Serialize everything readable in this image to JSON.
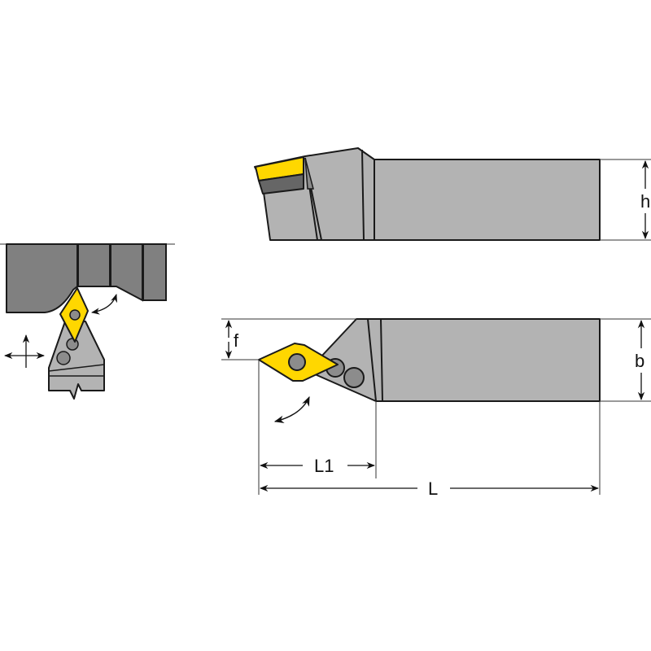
{
  "diagram": {
    "type": "technical drawing",
    "subject": "Turning tool holder with rhombic insert (top view, side view, and detail view)",
    "colors": {
      "holder_body": "#b3b3b3",
      "workpiece": "#808080",
      "insert": "#ffd700",
      "screw": "#8c8c8c",
      "shim": "#666666",
      "outline": "#1a1a1a"
    },
    "dimensions": {
      "height": "h",
      "width": "b",
      "offset": "f",
      "head_length": "L1",
      "total_length": "L"
    },
    "views": [
      "side-view",
      "top-view",
      "detail-view"
    ]
  }
}
